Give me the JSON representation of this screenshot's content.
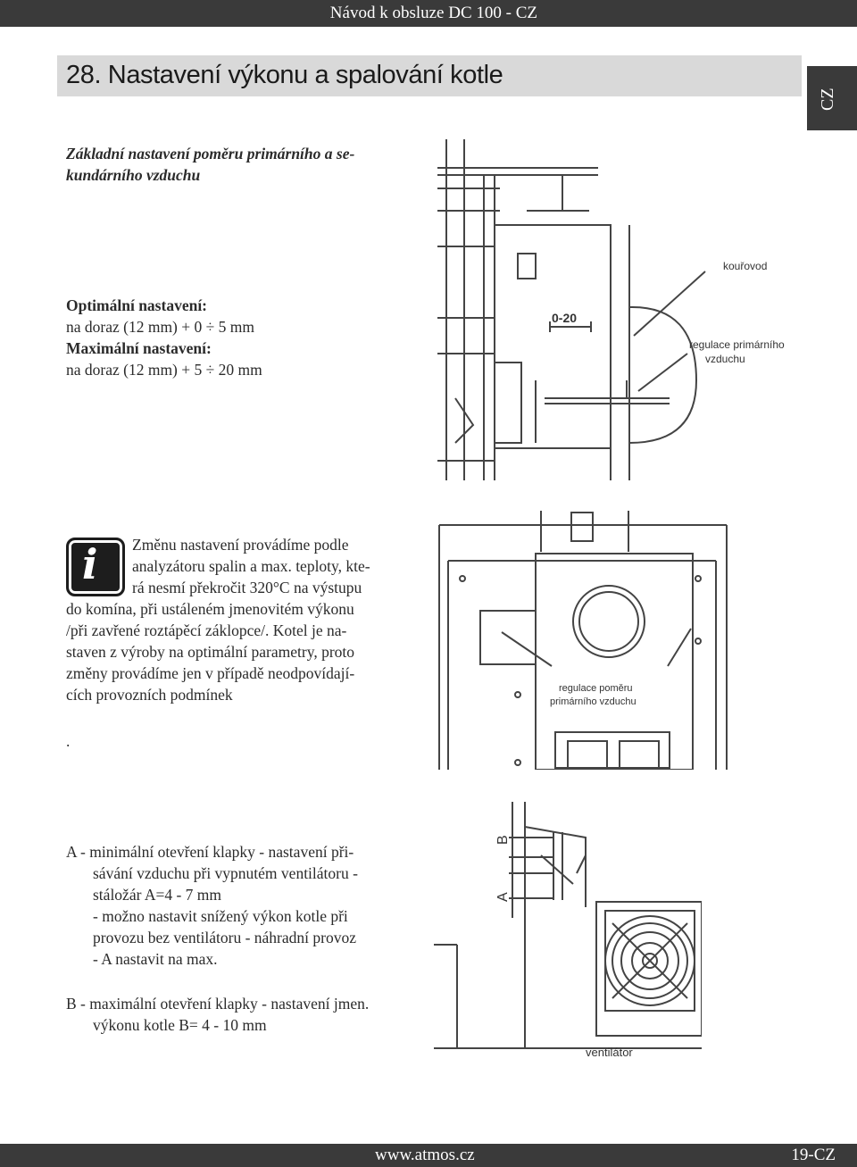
{
  "header": {
    "title": "Návod k obsluze DC 100 - CZ",
    "lang_tab": "CZ"
  },
  "section": {
    "title": "28. Nastavení výkonu a spalování kotle"
  },
  "intro": {
    "heading_line1": "Základní nastavení poměru primárního a se-",
    "heading_line2": "kundárního vzduchu"
  },
  "settings": {
    "optimal_label": "Optimální nastavení:",
    "optimal_value": "na doraz (12 mm) + 0 ÷ 5 mm",
    "max_label": "Maximální nastavení:",
    "max_value": "na doraz (12 mm) + 5 ÷ 20 mm"
  },
  "info": {
    "icon": "info-icon",
    "line1": "Změnu nastavení provádíme podle",
    "line2": "analyzátoru spalin a max. teploty, kte-",
    "line3": "rá nesmí překročit 320°C na výstupu",
    "line4": "do komína, při ustáleném jmenovitém výkonu",
    "line5": "/při zavřené roztápěcí záklopce/. Kotel je na-",
    "line6": "staven z výroby na optimální parametry, proto",
    "line7": "změny provádíme jen v případě neodpovídají-",
    "line8": "cích provozních podmínek",
    "dot": "."
  },
  "flap": {
    "a_line1": "A - minimální otevření klapky - nastavení při-",
    "a_line2": "sávání vzduchu při vypnutém ventilátoru -",
    "a_line3": "stáložár A=4 - 7 mm",
    "a_line4": "- možno nastavit snížený výkon kotle při",
    "a_line5": "provozu bez ventilátoru - náhradní provoz",
    "a_line6": "- A nastavit na max.",
    "b_line1": "B - maximální otevření klapky - nastavení jmen.",
    "b_line2": "výkonu kotle B= 4 - 10 mm"
  },
  "figure1": {
    "label_flue": "kouřovod",
    "label_gap": "0-20",
    "label_reg1": "regulace primárního",
    "label_reg2": "vzduchu"
  },
  "figure2": {
    "label_reg1": "regulace poměru",
    "label_reg2": "primárního vzduchu"
  },
  "figure3": {
    "label_a": "A",
    "label_b": "B",
    "label_fan": "ventilátor"
  },
  "footer": {
    "url": "www.atmos.cz",
    "page": "19-CZ"
  }
}
